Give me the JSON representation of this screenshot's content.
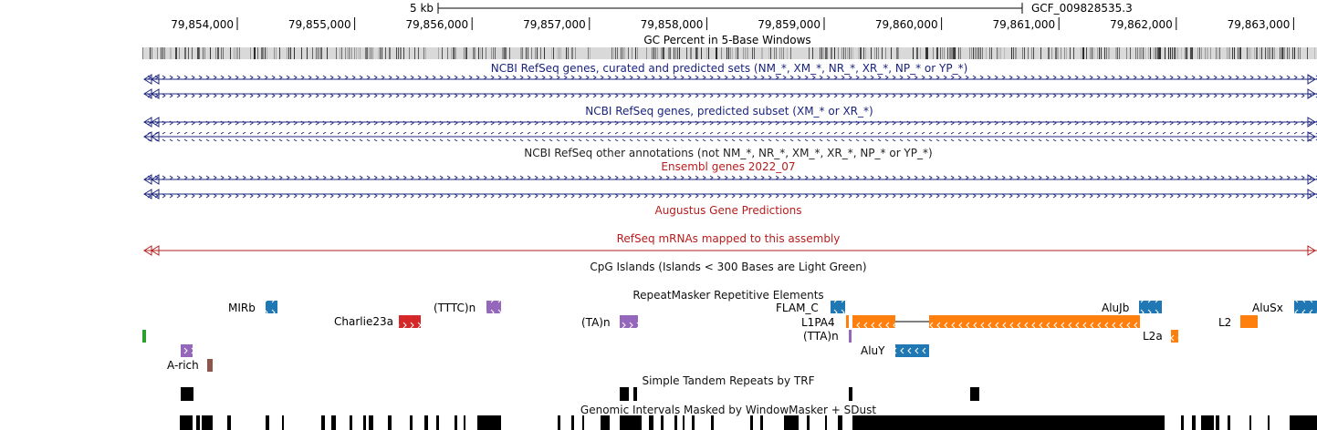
{
  "scale": {
    "label": "5 kb",
    "assembly": "GCF_009828535.3"
  },
  "ruler": {
    "ticks": [
      "79,854,000",
      "79,855,000",
      "79,856,000",
      "79,857,000",
      "79,858,000",
      "79,859,000",
      "79,860,000",
      "79,861,000",
      "79,862,000",
      "79,863,000"
    ]
  },
  "tracks": {
    "gc_percent": "GC Percent in 5-Base Windows",
    "ncbi_curated": "NCBI RefSeq genes, curated and predicted sets (NM_*, XM_*, NR_*, XR_*, NP_* or YP_*)",
    "ncbi_predicted": "NCBI RefSeq genes, predicted subset (XM_* or XR_*)",
    "ncbi_other": "NCBI RefSeq other annotations (not NM_*, NR_*, XM_*, XR_*, NP_* or YP_*)",
    "ensembl": "Ensembl genes 2022_07",
    "augustus": "Augustus Gene Predictions",
    "refseq_mrna": "RefSeq mRNAs mapped to this assembly",
    "cpg": "CpG Islands (Islands < 300 Bases are Light Green)",
    "repeatmasker": "RepeatMasker Repetitive Elements",
    "simple_repeats": "Simple Tandem Repeats by TRF",
    "windowmasker": "Genomic Intervals Masked by WindowMasker + SDust"
  },
  "repeats": {
    "mirb": "MIRb",
    "charlie": "Charlie23a",
    "tttc": "(TTTC)n",
    "ta": "(TA)n",
    "flam": "FLAM_C",
    "l1pa4": "L1PA4",
    "tta": "(TTA)n",
    "aluy": "AluY",
    "alujb": "AluJb",
    "l2a": "L2a",
    "alusx": "AluSx",
    "l2": "L2",
    "arich": "A-rich"
  },
  "colors": {
    "blue_gene": "#1a237e",
    "red_gene": "#b71c1c",
    "sine": "#1f77b4",
    "line": "#ff7f0e",
    "dna": "#d62728",
    "simple": "#9467bd",
    "lowcomp": "#8c564b",
    "ltr": "#2ca02c"
  }
}
